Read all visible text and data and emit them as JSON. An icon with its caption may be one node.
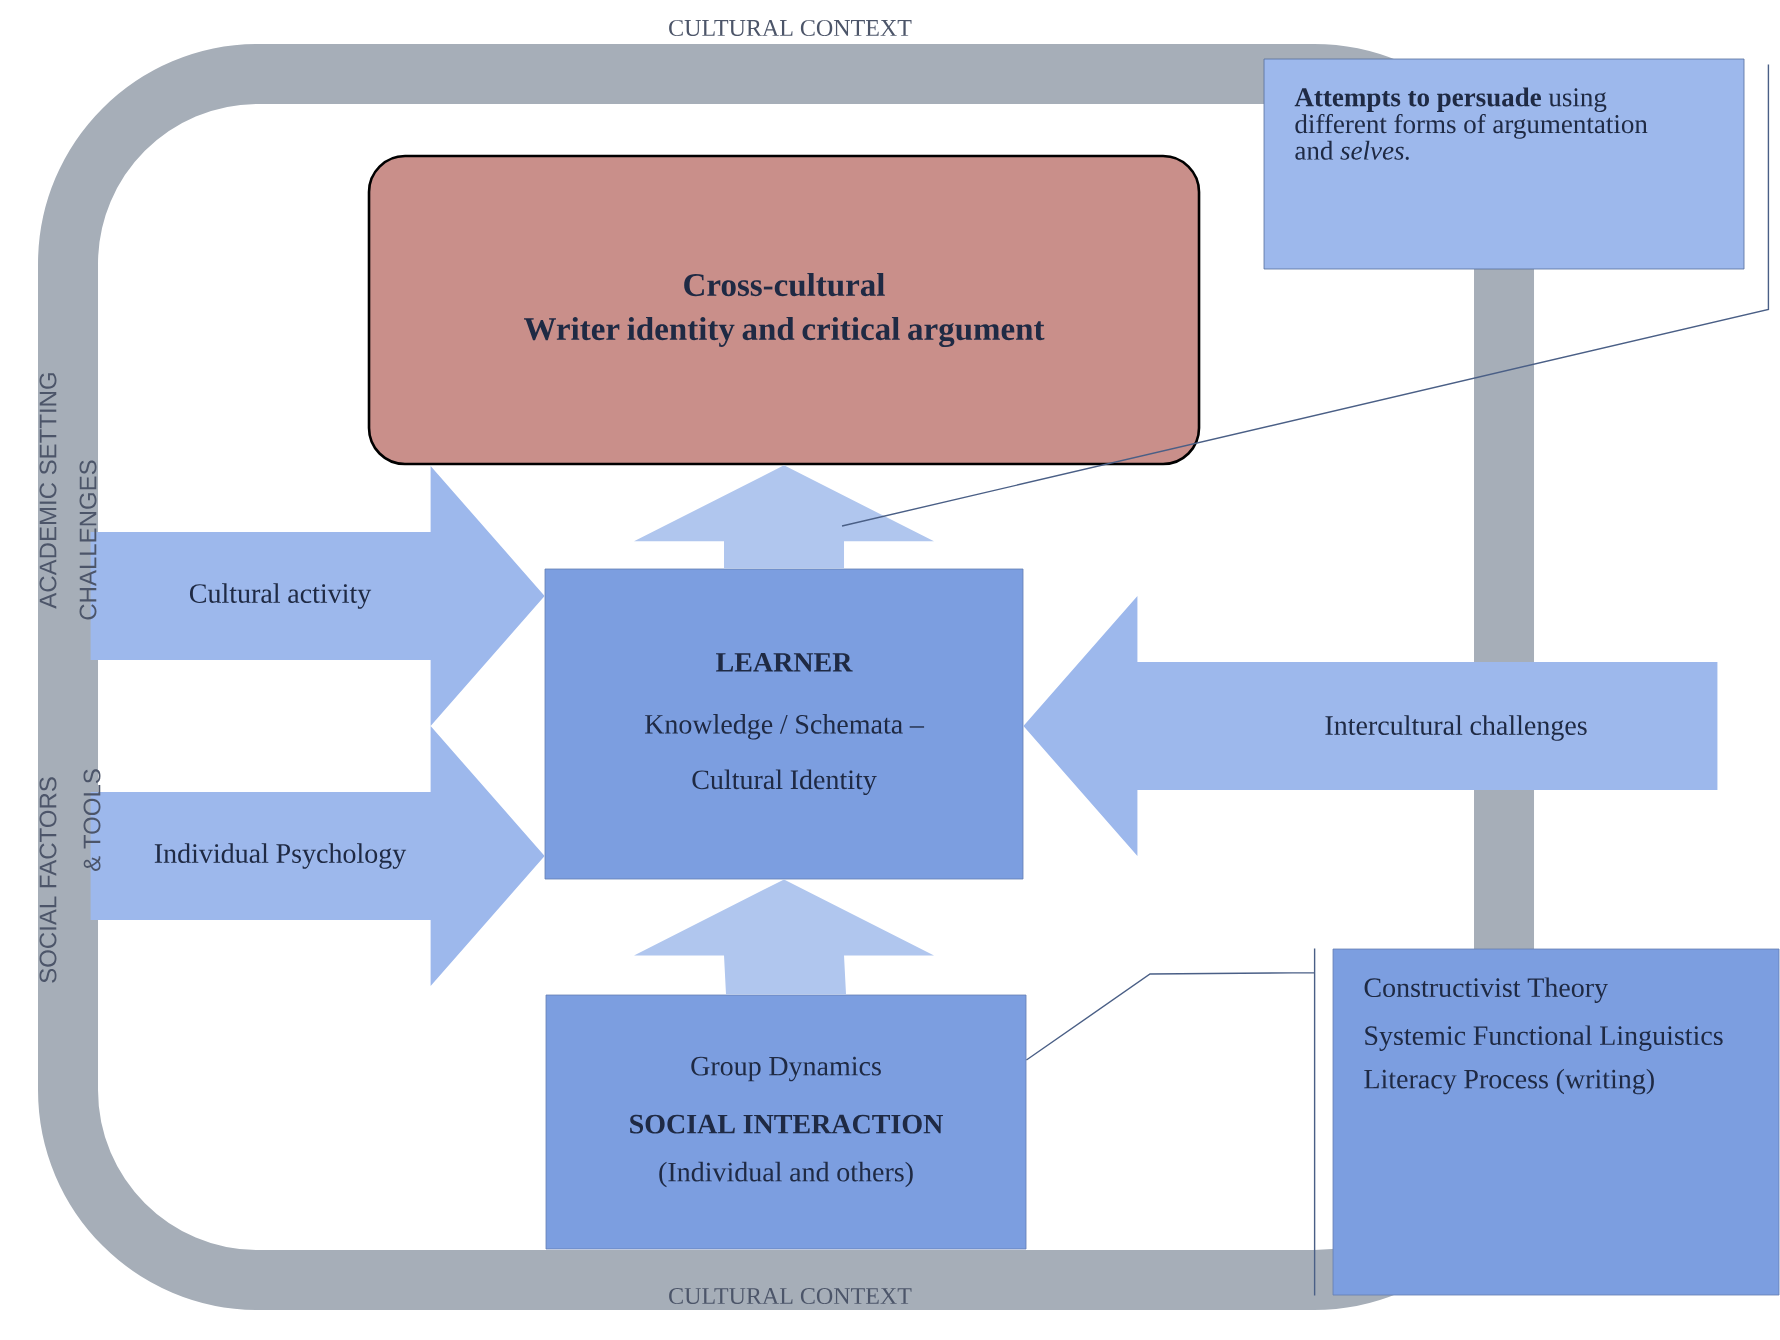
{
  "diagram": {
    "nodes": [
      {
        "text": [
          "Cross-cultural",
          "Writer identity and critical argument"
        ]
      },
      {
        "text": [
          "LEARNER",
          "Knowledge / Schemata –",
          "Cultural Identity"
        ]
      },
      {
        "text": [
          "Group Dynamics",
          "SOCIAL INTERACTION",
          "(Individual and others)"
        ]
      },
      {
        "text": [
          "**Attempts to persuade** using different forms of argumentation and *selves.*"
        ]
      },
      {
        "text": [
          "Constructivist Theory",
          "Systemic Functional Linguistics",
          "Literacy Process (writing)"
        ]
      }
    ],
    "edges": [
      {
        "from": 1,
        "to": 0,
        "arrow": "to"
      },
      {
        "from": 2,
        "to": 1,
        "arrow": "to"
      },
      {
        "from": null,
        "to": 1,
        "arrow": "to",
        "label": "Cultural activity"
      },
      {
        "from": null,
        "to": 1,
        "arrow": "to",
        "label": "Individual Psychology"
      },
      {
        "from": null,
        "to": 1,
        "arrow": "to",
        "label": "Intercultural challenges"
      },
      {
        "from": 3,
        "to": null,
        "arrow": "none",
        "color": "#4a5f86"
      },
      {
        "from": 4,
        "to": 2,
        "arrow": "none",
        "color": "#4a5f86"
      }
    ],
    "labels": [
      "CULTURAL CONTEXT",
      "ACADEMIC SETTING",
      "CHALLENGES",
      "SOCIAL FACTORS",
      "& TOOLS",
      "CULTURAL CONTEXT"
    ]
  }
}
